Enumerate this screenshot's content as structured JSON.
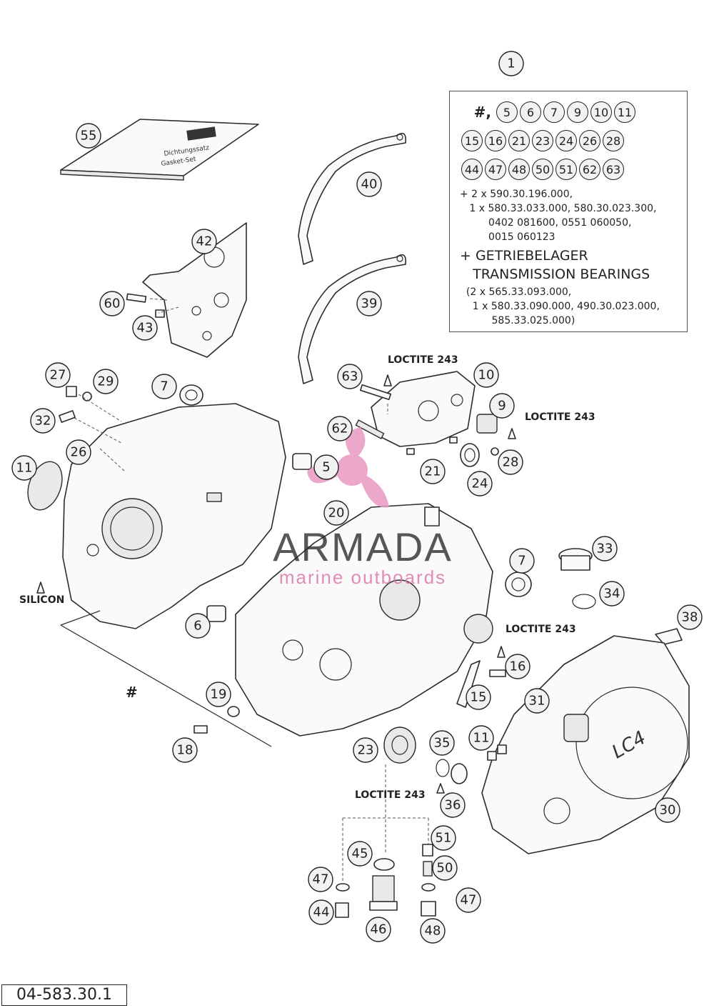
{
  "figure_code": "04-583.30.1",
  "kit_box": {
    "callout": "1",
    "prefix": "#,",
    "rows": [
      [
        "5",
        "6",
        "7",
        "9",
        "10",
        "11"
      ],
      [
        "15",
        "16",
        "21",
        "23",
        "24",
        "26",
        "28"
      ],
      [
        "44",
        "47",
        "48",
        "50",
        "51",
        "62",
        "63"
      ]
    ],
    "lines": [
      "+ 2 x 590.30.196.000,",
      "   1 x 580.33.033.000, 580.30.023.300,",
      "         0402 081600, 0551 060050,",
      "         0015 060123"
    ],
    "bearing_de": "+ GETRIEBELAGER",
    "bearing_en": "   TRANSMISSION BEARINGS",
    "bearing_lines": [
      "  (2 x 565.33.093.000,",
      "    1 x 580.33.090.000, 490.30.023.000,",
      "          585.33.025.000)"
    ]
  },
  "notes": {
    "loctite_top": "LOCTITE 243",
    "loctite_right": "LOCTITE 243",
    "loctite_mid": "LOCTITE 243",
    "loctite_bottom": "LOCTITE 243",
    "silicon": "SILICON",
    "hash": "#"
  },
  "gasket_set_labels": [
    "Dichtungssatz",
    "Gasket-Set"
  ],
  "cover_mark": "LC4",
  "watermark": {
    "name": "ARMADA",
    "tagline": "marine outboards",
    "logo_color": "#e89ac2"
  },
  "callouts": [
    {
      "n": "55"
    },
    {
      "n": "40"
    },
    {
      "n": "42"
    },
    {
      "n": "60"
    },
    {
      "n": "43"
    },
    {
      "n": "39"
    },
    {
      "n": "27"
    },
    {
      "n": "29"
    },
    {
      "n": "7"
    },
    {
      "n": "63"
    },
    {
      "n": "10"
    },
    {
      "n": "9"
    },
    {
      "n": "32"
    },
    {
      "n": "62"
    },
    {
      "n": "26"
    },
    {
      "n": "5"
    },
    {
      "n": "11"
    },
    {
      "n": "21"
    },
    {
      "n": "28"
    },
    {
      "n": "24"
    },
    {
      "n": "20"
    },
    {
      "n": "7"
    },
    {
      "n": "33"
    },
    {
      "n": "34"
    },
    {
      "n": "6"
    },
    {
      "n": "38"
    },
    {
      "n": "16"
    },
    {
      "n": "19"
    },
    {
      "n": "15"
    },
    {
      "n": "31"
    },
    {
      "n": "18"
    },
    {
      "n": "23"
    },
    {
      "n": "35"
    },
    {
      "n": "11"
    },
    {
      "n": "36"
    },
    {
      "n": "30"
    },
    {
      "n": "51"
    },
    {
      "n": "45"
    },
    {
      "n": "50"
    },
    {
      "n": "47"
    },
    {
      "n": "47"
    },
    {
      "n": "44"
    },
    {
      "n": "46"
    },
    {
      "n": "48"
    }
  ]
}
